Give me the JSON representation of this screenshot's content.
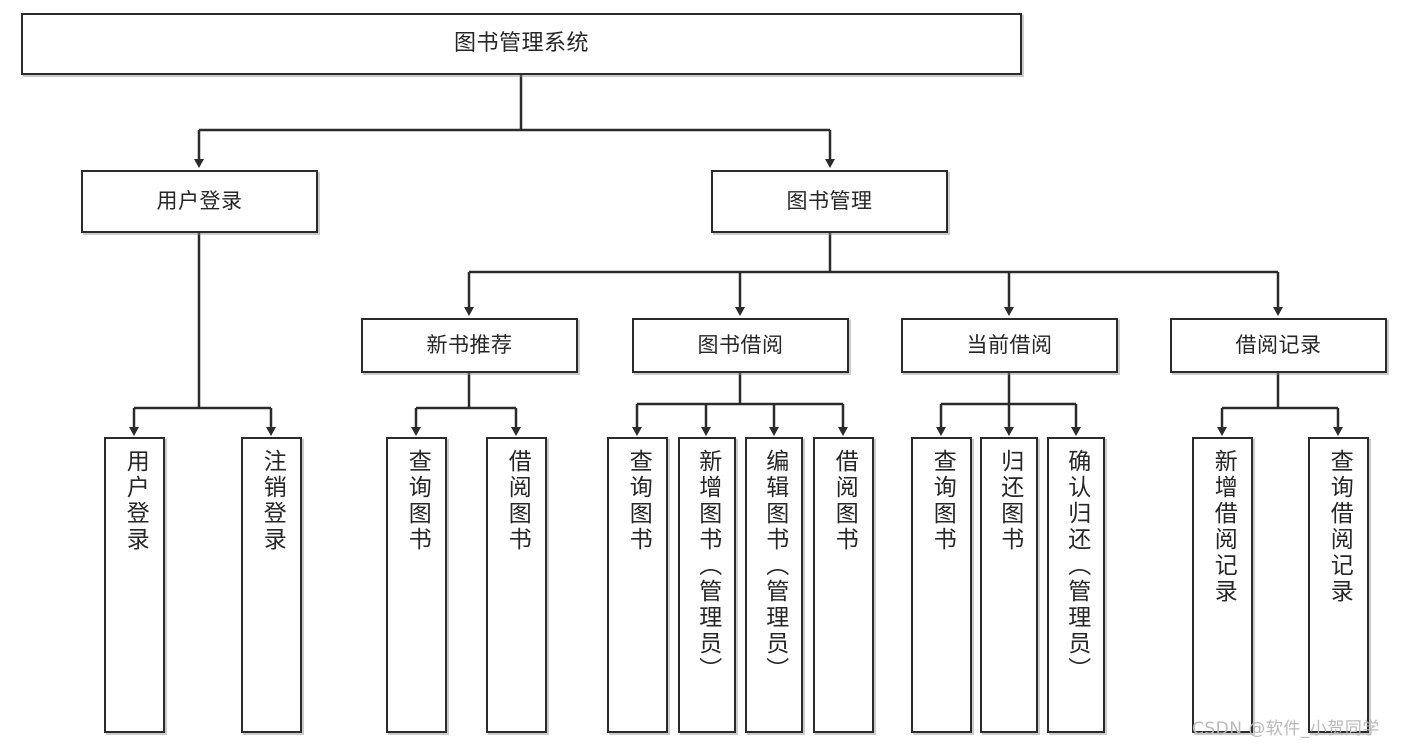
{
  "diagram": {
    "type": "tree",
    "title": "图书管理系统",
    "root": {
      "label": "图书管理系统"
    },
    "level2": [
      {
        "label": "用户登录"
      },
      {
        "label": "图书管理"
      }
    ],
    "level3": [
      {
        "label": "新书推荐"
      },
      {
        "label": "图书借阅"
      },
      {
        "label": "当前借阅"
      },
      {
        "label": "借阅记录"
      }
    ],
    "leaves": {
      "user_login": [
        {
          "label": "用户登录"
        },
        {
          "label": "注销登录"
        }
      ],
      "new_book_recommend": [
        {
          "label": "查询图书"
        },
        {
          "label": "借阅图书"
        }
      ],
      "book_borrow": [
        {
          "label": "查询图书"
        },
        {
          "label": "新增图书（管理员）"
        },
        {
          "label": "编辑图书（管理员）"
        },
        {
          "label": "借阅图书"
        }
      ],
      "current_borrow": [
        {
          "label": "查询图书"
        },
        {
          "label": "归还图书"
        },
        {
          "label": "确认归还（管理员）"
        }
      ],
      "borrow_record": [
        {
          "label": "新增借阅记录"
        },
        {
          "label": "查询借阅记录"
        }
      ]
    },
    "watermark": "CSDN @软件_小贺同学",
    "colors": {
      "stroke": "#2b2b2b",
      "fill": "#ffffff",
      "text": "#262626",
      "watermark": "#b9b9b9"
    }
  }
}
